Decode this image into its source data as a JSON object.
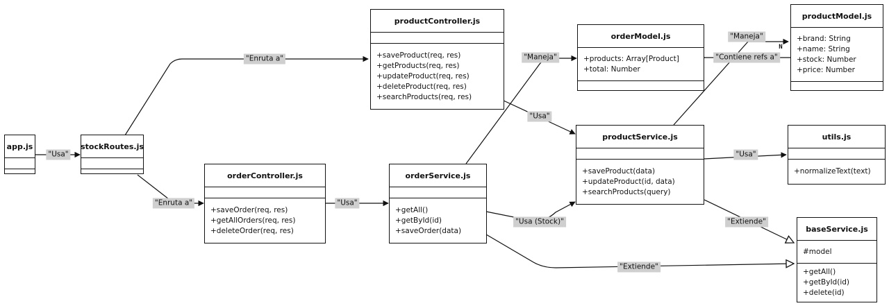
{
  "classes": {
    "app": {
      "name": "app.js",
      "attributes": [],
      "methods": []
    },
    "stockRoutes": {
      "name": "stockRoutes.js",
      "attributes": [],
      "methods": []
    },
    "productController": {
      "name": "productController.js",
      "attributes": [],
      "methods": [
        "+saveProduct(req, res)",
        "+getProducts(req, res)",
        "+updateProduct(req, res)",
        "+deleteProduct(req, res)",
        "+searchProducts(req, res)"
      ]
    },
    "orderController": {
      "name": "orderController.js",
      "attributes": [],
      "methods": [
        "+saveOrder(req, res)",
        "+getAllOrders(req, res)",
        "+deleteOrder(req, res)"
      ]
    },
    "orderService": {
      "name": "orderService.js",
      "attributes": [],
      "methods": [
        "+getAll()",
        "+getById(id)",
        "+saveOrder(data)"
      ]
    },
    "orderModel": {
      "name": "orderModel.js",
      "attributes": [
        "+products: Array[Product]",
        "+total: Number"
      ],
      "methods": []
    },
    "productService": {
      "name": "productService.js",
      "attributes": [],
      "methods": [
        "+saveProduct(data)",
        "+updateProduct(id, data)",
        "+searchProducts(query)"
      ]
    },
    "productModel": {
      "name": "productModel.js",
      "attributes": [
        "+brand: String",
        "+name: String",
        "+stock: Number",
        "+price: Number"
      ],
      "methods": []
    },
    "utils": {
      "name": "utils.js",
      "attributes": [],
      "methods": [
        "+normalizeText(text)"
      ]
    },
    "baseService": {
      "name": "baseService.js",
      "attributes": [
        "#model"
      ],
      "methods": [
        "+getAll()",
        "+getById(id)",
        "+delete(id)"
      ]
    }
  },
  "edge_labels": {
    "app_routes": "\"Usa\"",
    "routes_productController": "\"Enruta a\"",
    "routes_orderController": "\"Enruta a\"",
    "orderController_orderService": "\"Usa\"",
    "productController_productService": "\"Usa\"",
    "orderService_orderModel": "\"Maneja\"",
    "orderService_productService": "\"Usa (Stock)\"",
    "orderService_baseService": "\"Extiende\"",
    "productService_productModel": "\"Maneja\"",
    "orderModel_productModel": "\"Contiene refs a\"",
    "productService_utils": "\"Usa\"",
    "productService_baseService": "\"Extiende\""
  },
  "multiplicity": {
    "orderModel_productModel": "N"
  }
}
